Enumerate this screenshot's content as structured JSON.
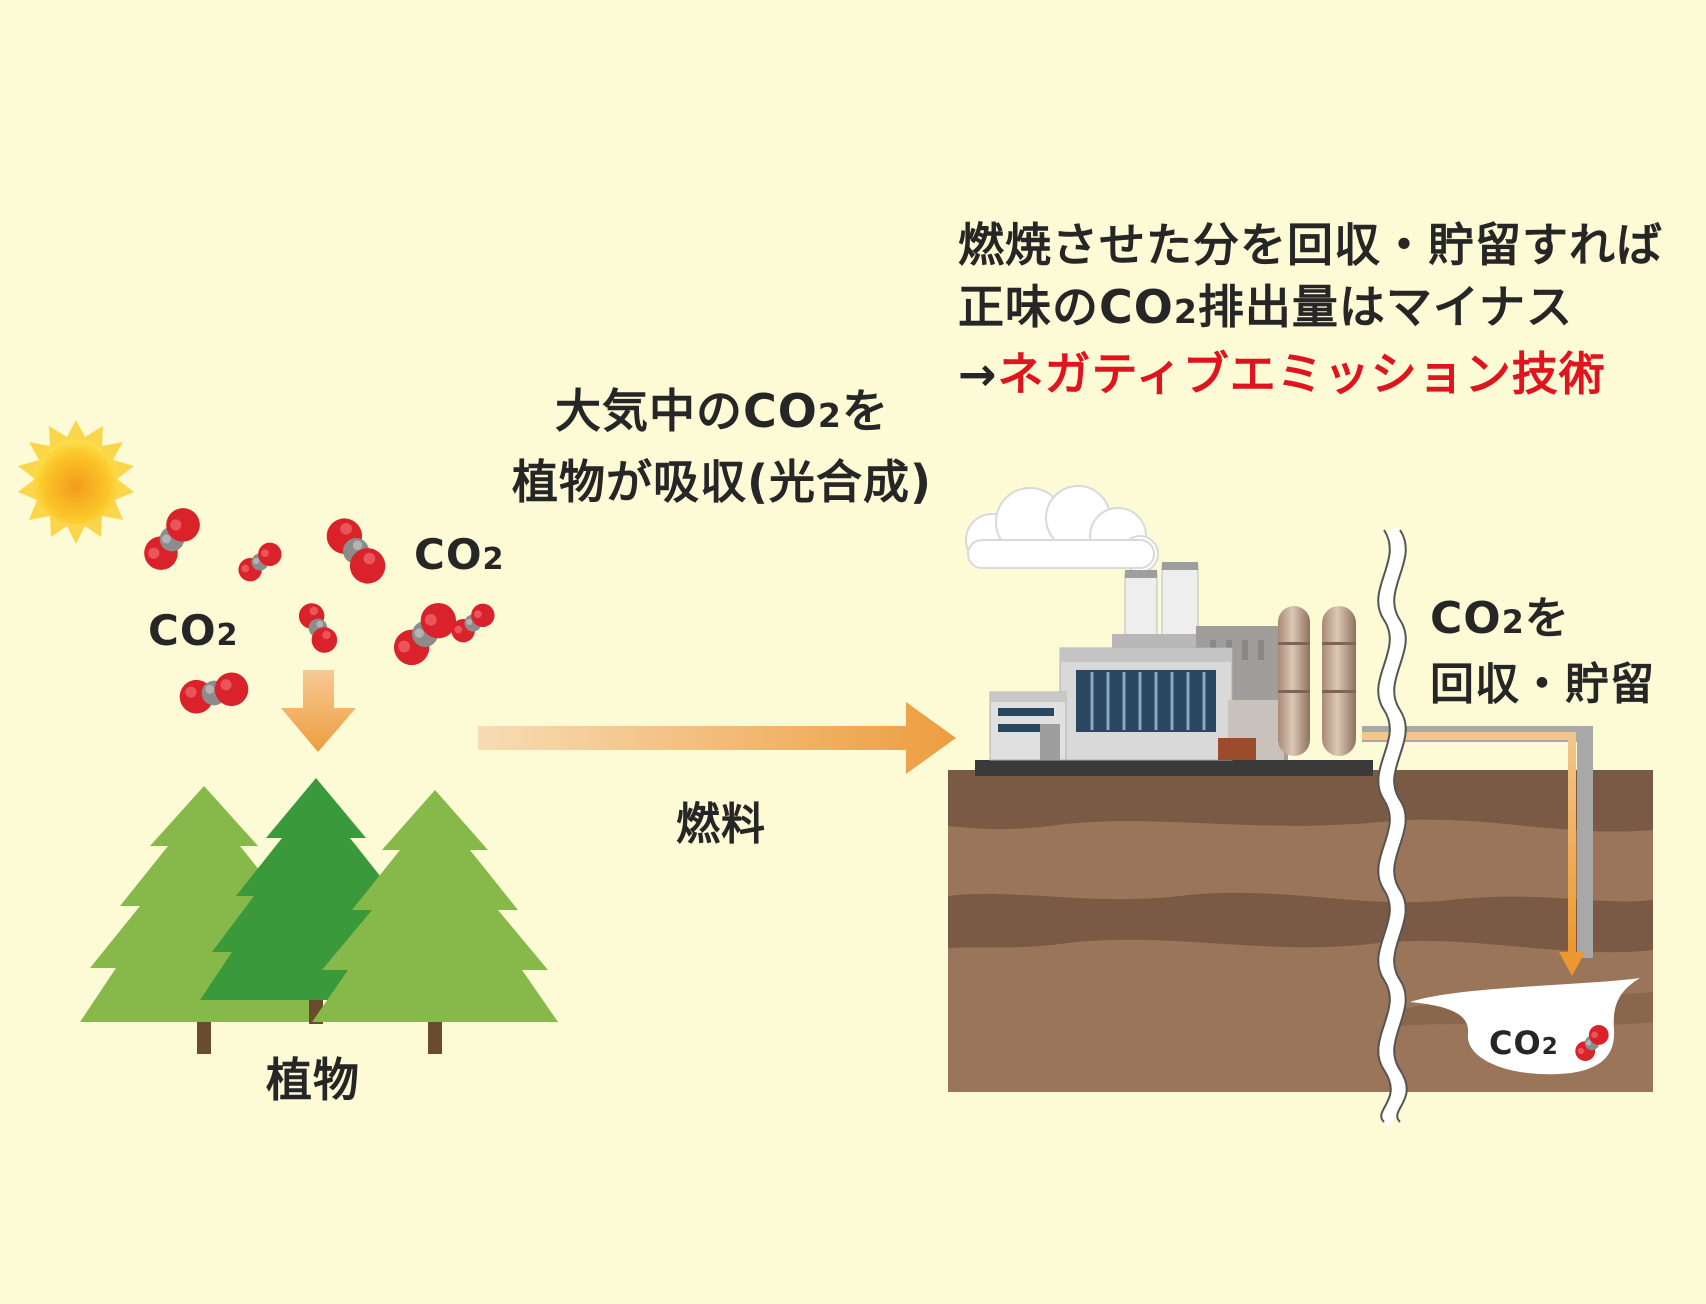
{
  "headline": {
    "line1": "燃焼させた分を回収・貯留すれば",
    "line2_pre": "正味のCO",
    "line2_sub": "2",
    "line2_post": "排出量はマイナス",
    "line3_arrow": "→",
    "line3_red": "ネガティブエミッション技術",
    "accent_color": "#e0141e"
  },
  "absorb_text": {
    "line1_pre": "大気中のCO",
    "line1_sub": "2",
    "line1_post": "を",
    "line2": "植物が吸収(光合成)"
  },
  "molecule_labels": {
    "left_pre": "CO",
    "left_sub": "2",
    "right_pre": "CO",
    "right_sub": "2"
  },
  "plant_label": "植物",
  "fuel_label": "燃料",
  "capture_label": {
    "line1_pre": "CO",
    "line1_sub": "2",
    "line1_post": "を",
    "line2": "回収・貯留"
  },
  "stored_label": {
    "pre": "CO",
    "sub": "2"
  },
  "colors": {
    "background": "#fdfbd6",
    "arrow_orange": "#ed9d3f",
    "tree_light": "#86b84a",
    "tree_dark": "#3a9a3b",
    "soil": "#9a7559",
    "soil_dark": "#7a5a44",
    "oxygen_red": "#d9222a",
    "carbon_gray": "#8c8c8c"
  },
  "icons": [
    "sun-icon",
    "co2-molecule-icon",
    "tree-icon",
    "factory-icon",
    "cloud-icon",
    "pipe-icon"
  ]
}
